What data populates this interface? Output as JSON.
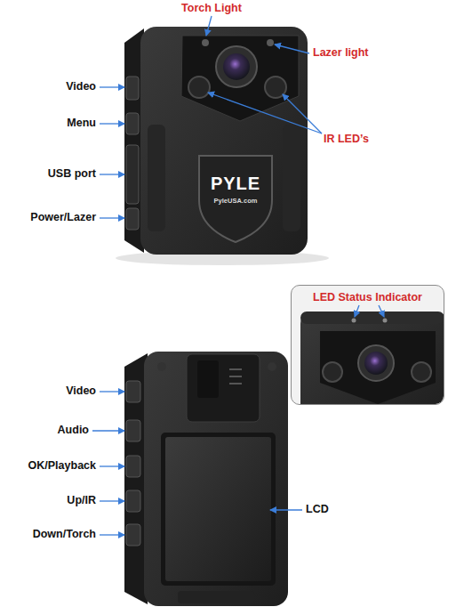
{
  "diagram": {
    "nodes": [
      {
        "text": [
          "LED Status Indicator"
        ]
      }
    ],
    "labels": [
      "Torch Light",
      "Lazer light",
      "Video",
      "Menu",
      "IR LED’s",
      "USB port",
      "PYLE",
      "PyleUSA.com",
      "Power/Lazer",
      "Video",
      "Audio",
      "OK/Playback",
      "Up/IR",
      "LCD",
      "Down/Torch"
    ]
  }
}
